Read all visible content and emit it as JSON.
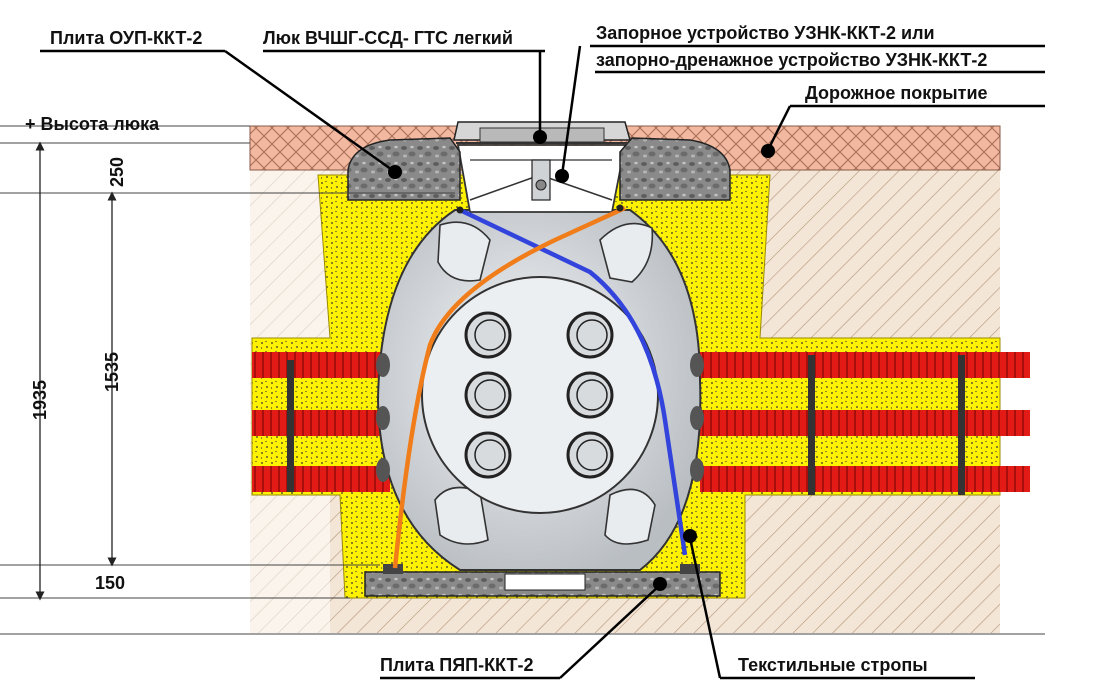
{
  "labels": {
    "plate_top": "Плита ОУП-ККТ-2",
    "hatch": "Люк ВЧШГ-ССД- ГТС легкий",
    "lock_line1": "Запорное устройство  УЗНК-ККТ-2 или",
    "lock_line2": "запорно-дренажное устройство УЗНК-ККТ-2",
    "road": "Дорожное покрытие",
    "hatch_height": "+ Высота люка",
    "plate_bottom": "Плита ПЯП-ККТ-2",
    "slings": "Текстильные стропы"
  },
  "dimensions": {
    "total": "1935",
    "top": "250",
    "middle": "1535",
    "bottom": "150"
  },
  "colors": {
    "road": "#f2b9a0",
    "soil": "#f3e6d6",
    "sand": "#fff200",
    "pipe": "#e31b17",
    "sling_blue": "#3344dd",
    "sling_orange": "#f07d1a",
    "concrete": "#8a8a8a",
    "well_body": "#d4d8dc"
  }
}
